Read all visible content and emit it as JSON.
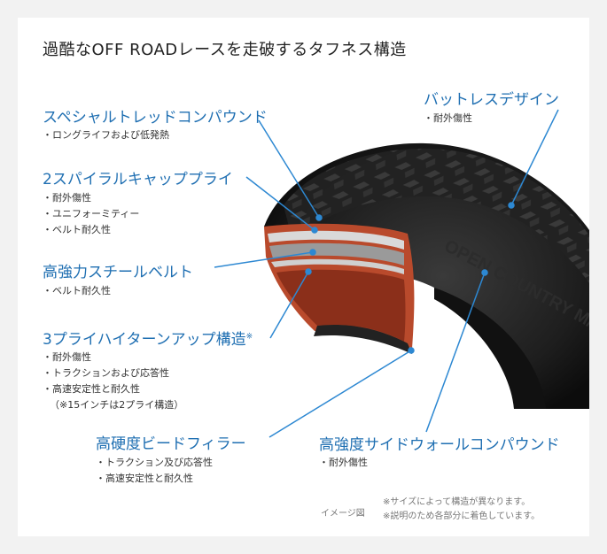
{
  "title": "過酷なOFF ROADレースを走破するタフネス構造",
  "features": [
    {
      "id": "special-tread-compound",
      "heading": "スペシャルトレッドコンパウンド",
      "bullets": [
        "ロングライフおよび低発熱"
      ]
    },
    {
      "id": "spiral-cap-ply",
      "heading": "2スパイラルキャッププライ",
      "bullets": [
        "耐外傷性",
        "ユニフォーミティー",
        "ベルト耐久性"
      ]
    },
    {
      "id": "steel-belt",
      "heading": "高強力スチールベルト",
      "bullets": [
        "ベルト耐久性"
      ]
    },
    {
      "id": "three-ply-turnup",
      "heading": "3プライハイターンアップ構造",
      "heading_mark": "※",
      "bullets": [
        "耐外傷性",
        "トラクションおよび応答性",
        "高速安定性と耐久性"
      ],
      "note": "（※15インチは2プライ構造）"
    },
    {
      "id": "bead-filler",
      "heading": "高硬度ビードフィラー",
      "bullets": [
        "トラクション及び応答性",
        "高速安定性と耐久性"
      ]
    },
    {
      "id": "buttress-design",
      "heading": "バットレスデザイン",
      "bullets": [
        "耐外傷性"
      ]
    },
    {
      "id": "sidewall-compound",
      "heading": "高強度サイドウォールコンパウンド",
      "bullets": [
        "耐外傷性"
      ]
    }
  ],
  "image_label": "イメージ図",
  "footnotes": [
    "※サイズによって構造が異なります。",
    "※説明のため各部分に着色しています。"
  ],
  "colors": {
    "accent": "#1f6fb2",
    "leader": "#2d88d2",
    "rubber": "#1a1a1a",
    "cutaway": "#b94a2c"
  },
  "tire_sidewall_text": "OPEN COUNTRY M/T"
}
